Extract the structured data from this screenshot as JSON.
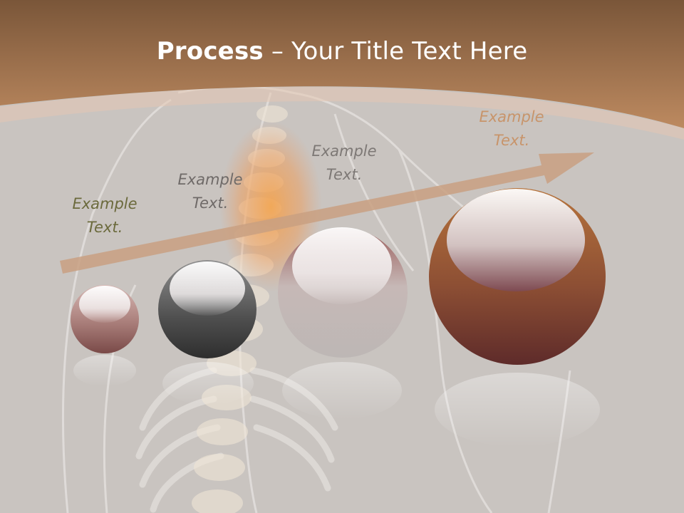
{
  "title": {
    "bold": "Process",
    "rest": " – Your Title Text Here"
  },
  "steps": [
    {
      "label": "Example\nText.",
      "color": "#6b6a3c"
    },
    {
      "label": "Example\nText.",
      "color": "#6f6a68"
    },
    {
      "label": "Example\nText.",
      "color": "#7d7875"
    },
    {
      "label": "Example\nText.",
      "color": "#c8946a"
    }
  ],
  "colors": {
    "header": "#a9764f",
    "arrow": "#c9a081",
    "accent": "#b8845a"
  }
}
